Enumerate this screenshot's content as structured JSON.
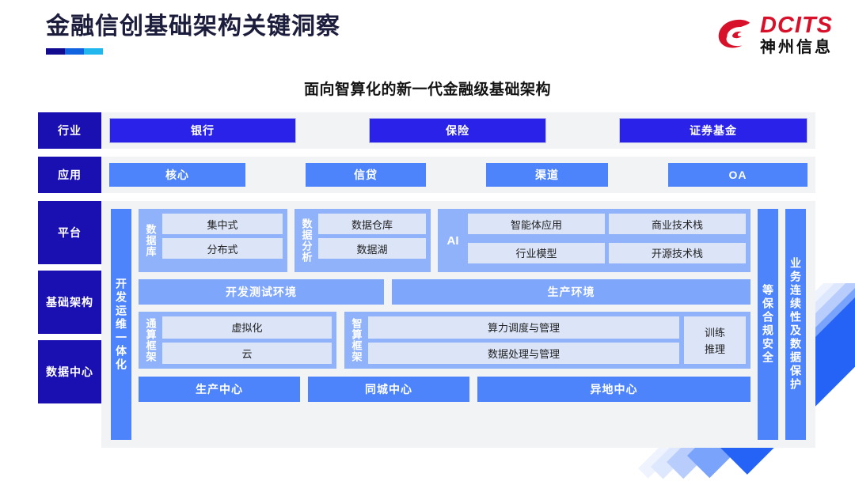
{
  "header": {
    "title": "金融信创基础架构关键洞察",
    "logo": {
      "en": "DCITS",
      "cn": "神州信息",
      "mark": "swirl-mark"
    },
    "accent_colors": [
      "#120a8f",
      "#1263e0",
      "#22b6ee"
    ]
  },
  "subtitle": "面向智算化的新一代金融级基础架构",
  "layers": {
    "industry": {
      "label": "行业",
      "items": [
        "银行",
        "保险",
        "证券基金"
      ]
    },
    "application": {
      "label": "应用",
      "items": [
        "核心",
        "信贷",
        "渠道",
        "OA"
      ]
    },
    "platform": {
      "label": "平台"
    },
    "infrastructure": {
      "label": "基础架构"
    },
    "datacenter": {
      "label": "数据中心"
    }
  },
  "side_bars": {
    "left": "开发运维一体化",
    "right_inner": "等保合规安全",
    "right_outer": "业务连续性及数据保护"
  },
  "platform": {
    "database": {
      "caption": "数据库",
      "cells": [
        "集中式",
        "分布式"
      ]
    },
    "analytics": {
      "caption": "数据分析",
      "cells": [
        "数据仓库",
        "数据湖"
      ]
    },
    "ai": {
      "caption": "AI",
      "cells": [
        "智能体应用",
        "商业技术栈",
        "行业模型",
        "开源技术栈"
      ]
    },
    "environments": [
      "开发测试环境",
      "生产环境"
    ]
  },
  "infrastructure": {
    "general_framework": {
      "caption": "通算框架",
      "cells": [
        "虚拟化",
        "云"
      ]
    },
    "ai_framework": {
      "caption": "智算框架",
      "cells": [
        "算力调度与管理",
        "数据处理与管理"
      ]
    },
    "train_infer": {
      "line1": "训练",
      "line2": "推理"
    }
  },
  "datacenter": {
    "centers": [
      "生产中心",
      "同城中心",
      "异地中心"
    ]
  },
  "colors": {
    "navy": "#1a0fb0",
    "bright_blue": "#2b22ea",
    "blue": "#4d84fb",
    "mid_blue": "#8fb2fb",
    "pale_blue": "#dce5f8",
    "panel_gray": "#f2f3f5",
    "logo_red": "#d8112a"
  }
}
